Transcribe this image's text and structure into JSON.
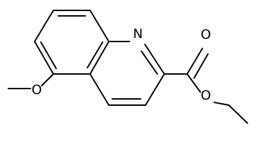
{
  "molecule": {
    "atoms": {
      "ring_nitrogen": "N",
      "carbonyl_oxygen": "O",
      "ester_oxygen": "O",
      "methoxy_oxygen": "O"
    }
  }
}
